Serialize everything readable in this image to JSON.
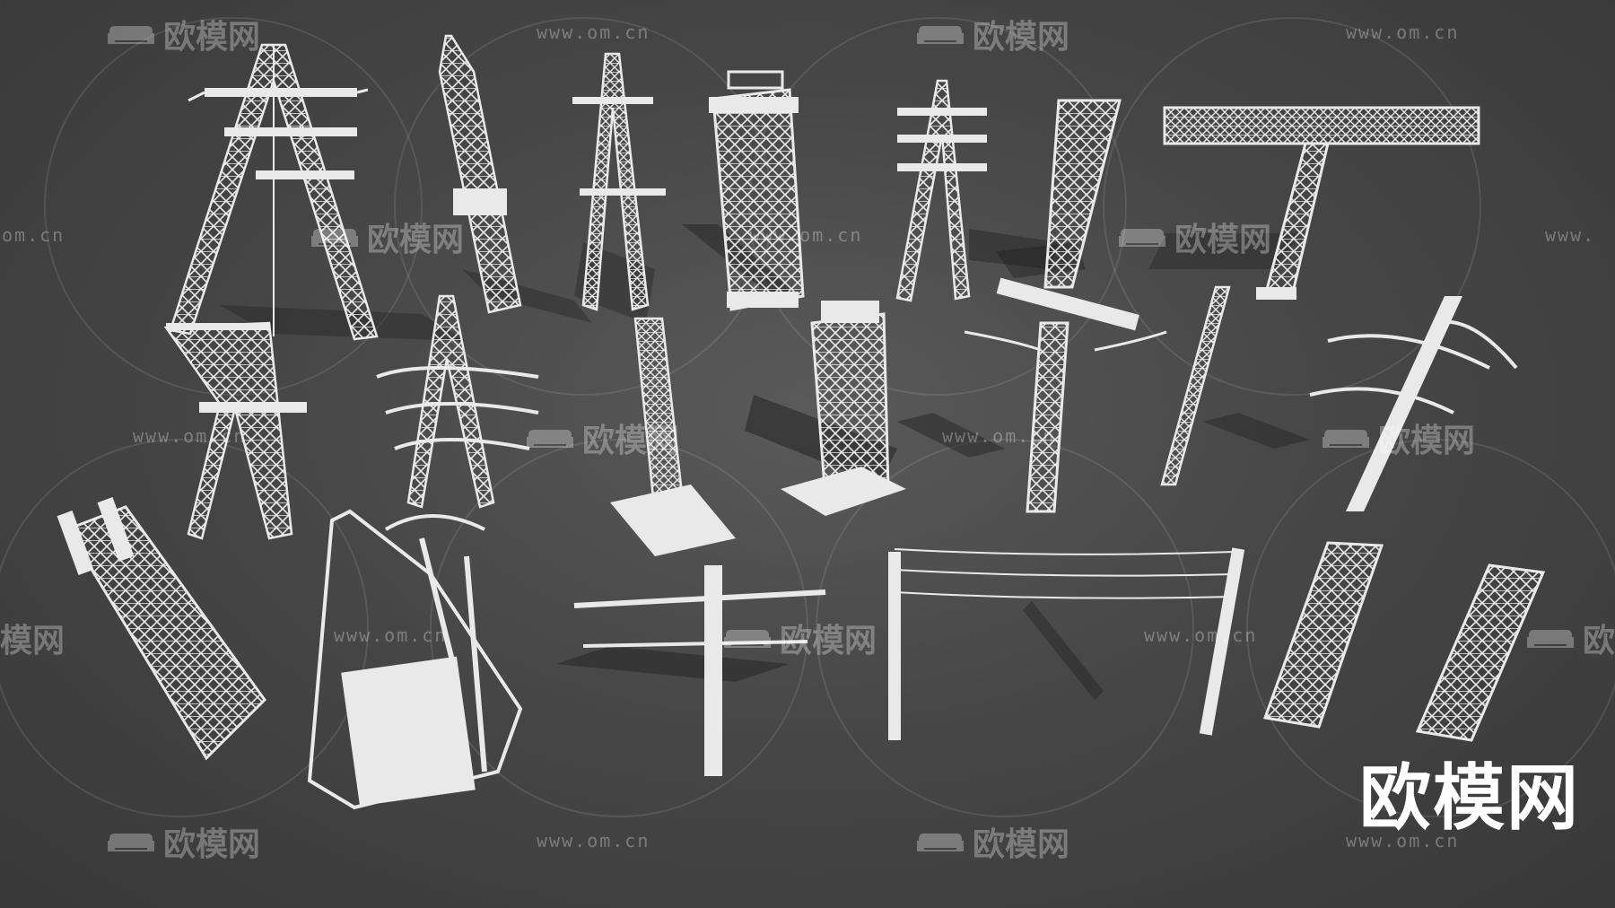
{
  "watermark": {
    "logo_text": "欧模网",
    "url_text": "www.om.cn",
    "partial_url_left": "om.cn",
    "partial_logo_left": "模网",
    "partial_url_right": "www.",
    "partial_logo_right": "欧"
  },
  "big_logo": "欧模网",
  "colors": {
    "background": "#474747",
    "model": "#e9e9e9",
    "shadow": "#1e1e1e"
  }
}
